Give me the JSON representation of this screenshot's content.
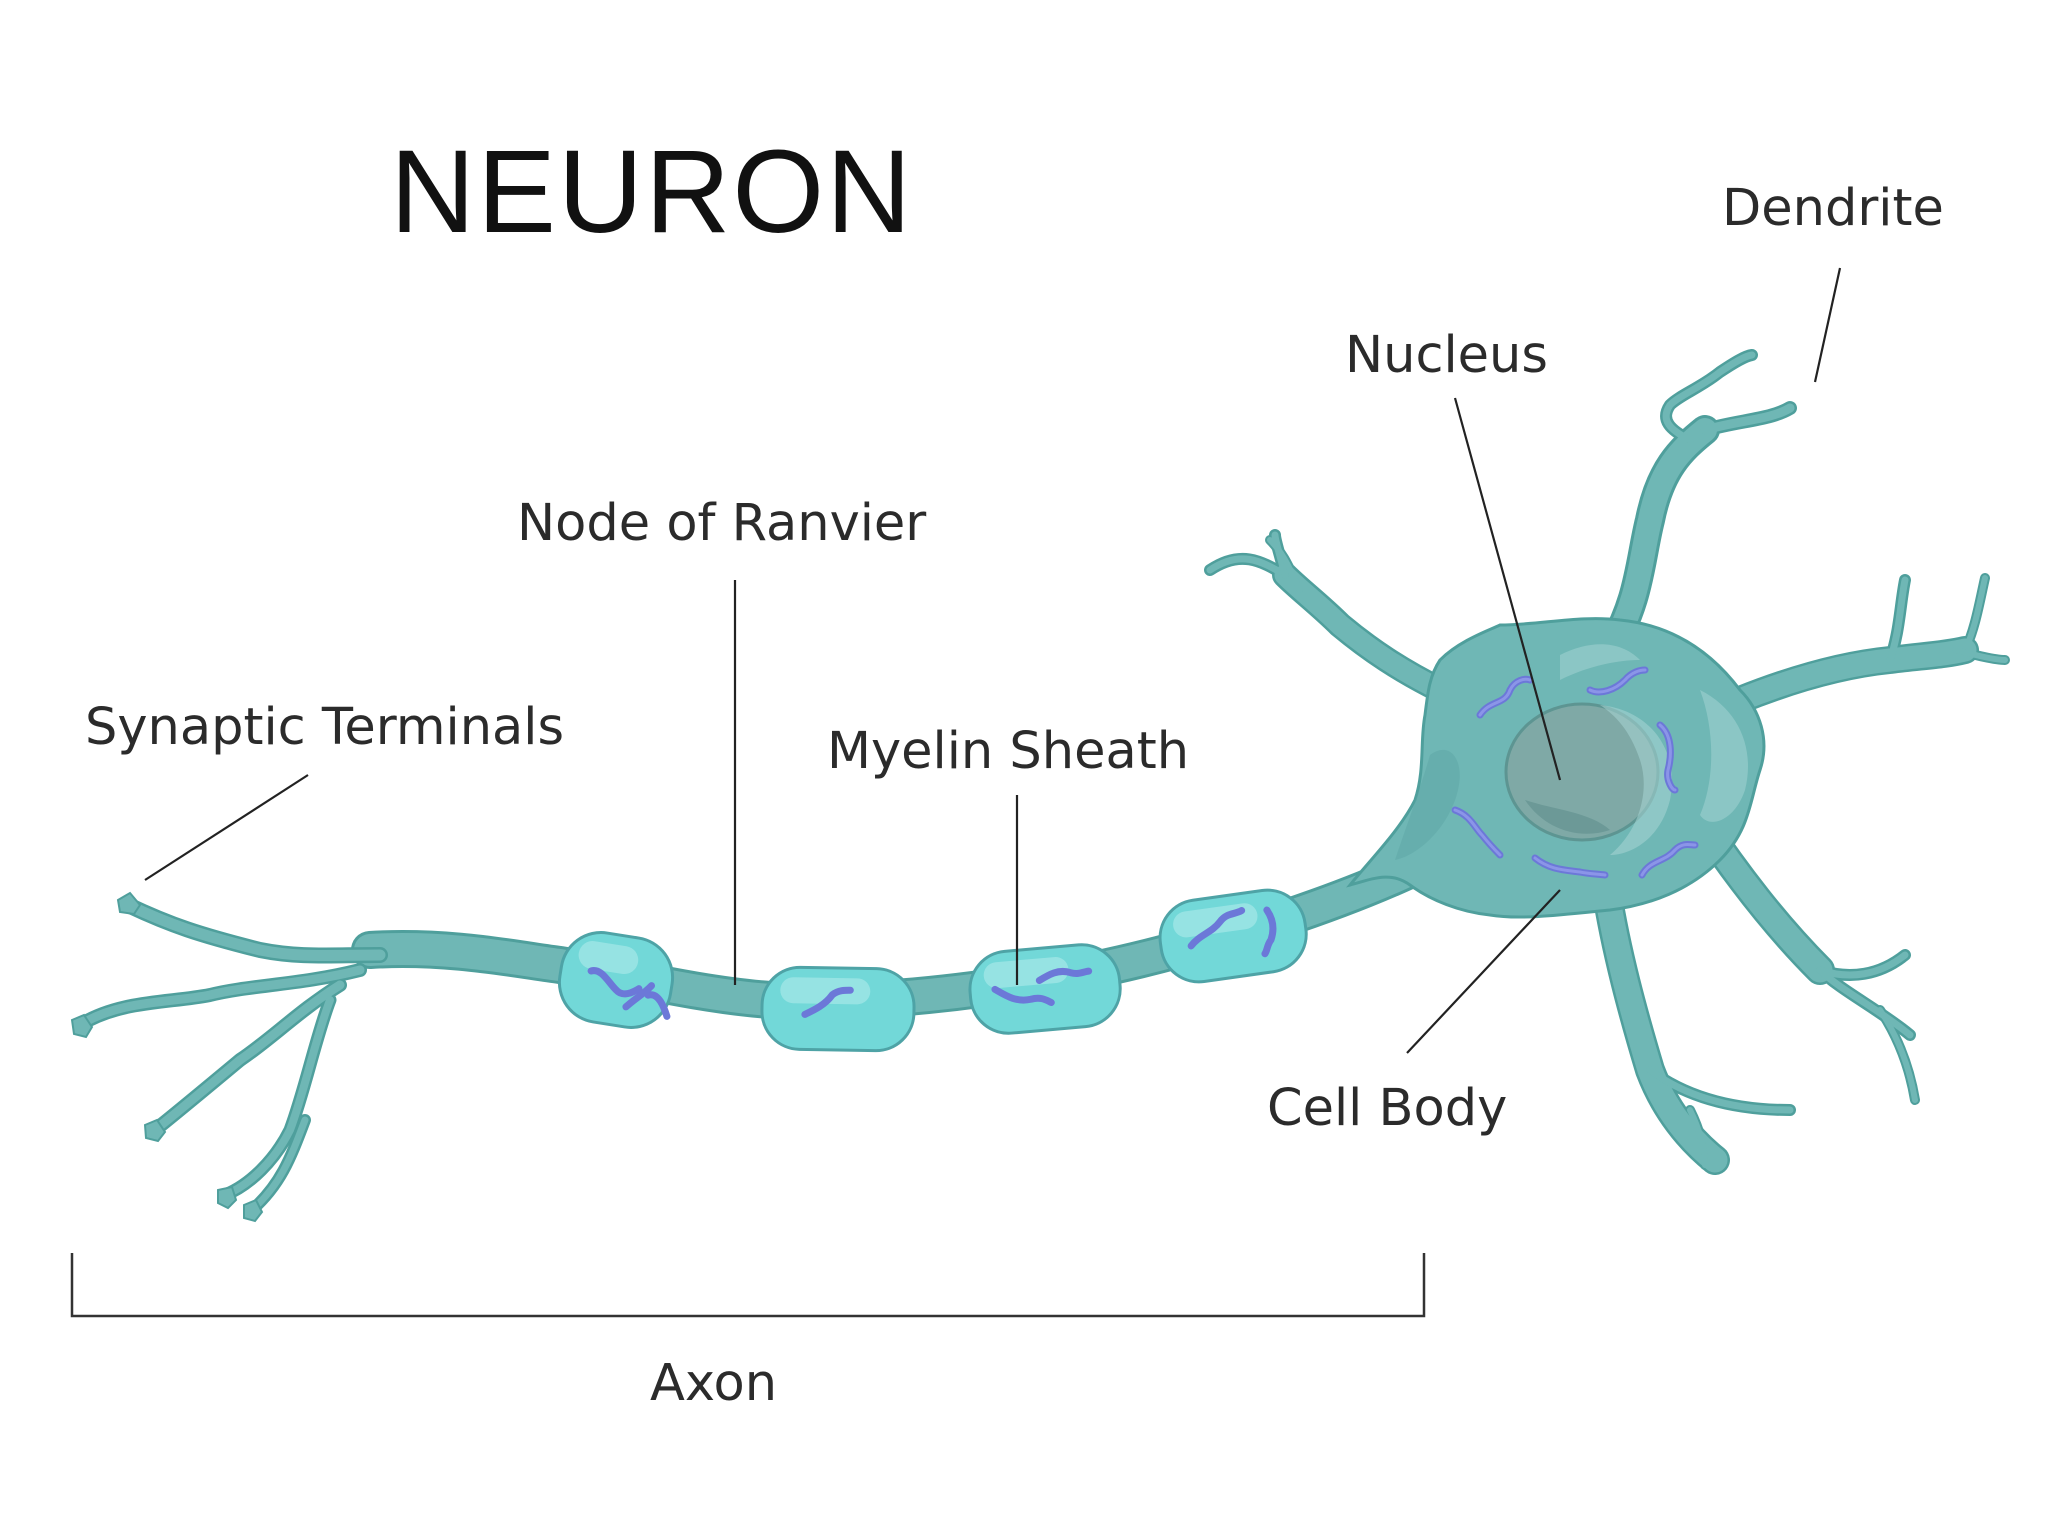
{
  "title": "NEURON",
  "labels": {
    "dendrite": "Dendrite",
    "nucleus": "Nucleus",
    "node_of_ranvier": "Node of Ranvier",
    "synaptic_terminals": "Synaptic Terminals",
    "myelin_sheath": "Myelin Sheath",
    "cell_body": "Cell Body",
    "axon": "Axon"
  },
  "colors": {
    "neuron_body": "#6fb7b5",
    "neuron_outline": "#4f9f9c",
    "myelin": "#72d8d8",
    "organelles": "#6c78d8",
    "label_text": "#2b2b2b",
    "background": "#ffffff"
  }
}
